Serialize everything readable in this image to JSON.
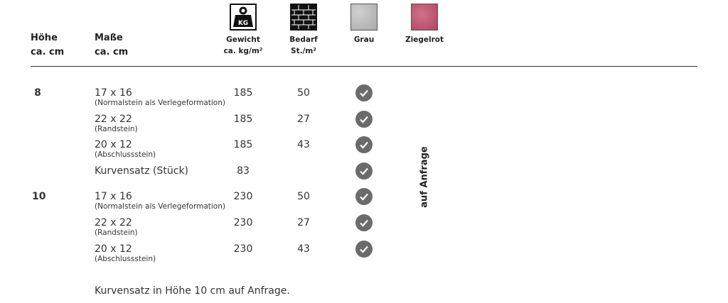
{
  "header": {
    "hoehe": [
      "Höhe",
      "ca. cm"
    ],
    "masse": [
      "Maße",
      "ca. cm"
    ],
    "gewicht": {
      "label": "Gewicht",
      "unit": "ca. kg/m²",
      "icon": "weight-kg-icon",
      "icon_text": "KG"
    },
    "bedarf": {
      "label": "Bedarf",
      "unit": "St./m²",
      "icon": "brick-wall-icon"
    },
    "grau": {
      "label": "Grau",
      "color": "#b8b8b8"
    },
    "ziegelrot": {
      "label": "Ziegelrot",
      "color": "#c0566b"
    }
  },
  "rows": [
    {
      "hoehe": "8",
      "size": "17 x 16",
      "note": "(Normalstein als Verlegeformation)",
      "gewicht": "185",
      "bedarf": "50"
    },
    {
      "hoehe": "",
      "size": "22 x 22",
      "note": "(Randstein)",
      "gewicht": "185",
      "bedarf": "27"
    },
    {
      "hoehe": "",
      "size": "20 x 12",
      "note": "(Abschlussstein)",
      "gewicht": "185",
      "bedarf": "43"
    },
    {
      "hoehe": "",
      "size": "Kurvensatz (Stück)",
      "note": "",
      "gewicht": "83",
      "bedarf": ""
    },
    {
      "hoehe": "10",
      "size": "17 x 16",
      "note": "(Normalstein als Verlegeformation)",
      "gewicht": "230",
      "bedarf": "50"
    },
    {
      "hoehe": "",
      "size": "22 x 22",
      "note": "(Randstein)",
      "gewicht": "230",
      "bedarf": "27"
    },
    {
      "hoehe": "",
      "size": "20 x 12",
      "note": "(Abschlussstein)",
      "gewicht": "230",
      "bedarf": "43"
    }
  ],
  "ziegelrot_note": "auf Anfrage",
  "footer": "Kurvensatz in Höhe 10 cm auf Anfrage."
}
